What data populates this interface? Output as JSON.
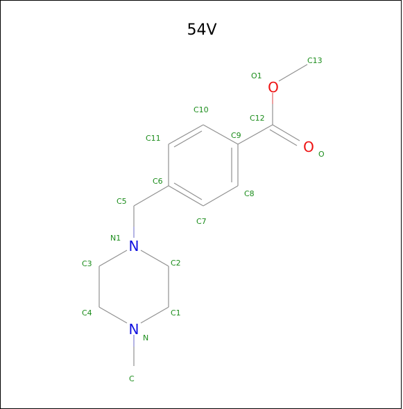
{
  "title": "54V",
  "colors": {
    "bond": "#909090",
    "bond_n": "#8080d0",
    "bond_o": "#e06060",
    "label": "#1a8c1a",
    "nitrogen": "#1010e0",
    "oxygen": "#ee1111",
    "title": "#000000"
  },
  "elements": {
    "n1": "N",
    "n": "N",
    "o1": "O",
    "o": "O"
  },
  "atom_labels": {
    "c13": "C13",
    "o1": "O1",
    "c12": "C12",
    "c10": "C10",
    "c11": "C11",
    "c9": "C9",
    "o": "O",
    "c6": "C6",
    "c8": "C8",
    "c5": "C5",
    "c7": "C7",
    "n1": "N1",
    "c3": "C3",
    "c2": "C2",
    "c4": "C4",
    "c1": "C1",
    "n": "N",
    "c": "C"
  }
}
